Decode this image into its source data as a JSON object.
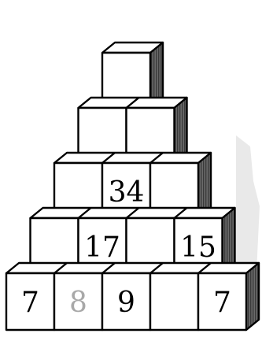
{
  "colors": {
    "side_hatch": "#5a5a5a",
    "faint_number": "#a8a8a8",
    "shadow": "#e2e2e2"
  },
  "pyramid": {
    "rows": [
      {
        "cells": [
          ""
        ]
      },
      {
        "cells": [
          "",
          ""
        ]
      },
      {
        "cells": [
          "",
          "34",
          ""
        ]
      },
      {
        "cells": [
          "",
          "17",
          "",
          "15"
        ]
      },
      {
        "cells": [
          "7",
          "8",
          "9",
          "",
          "7"
        ],
        "faint": [
          false,
          true,
          false,
          false,
          false
        ]
      }
    ]
  }
}
